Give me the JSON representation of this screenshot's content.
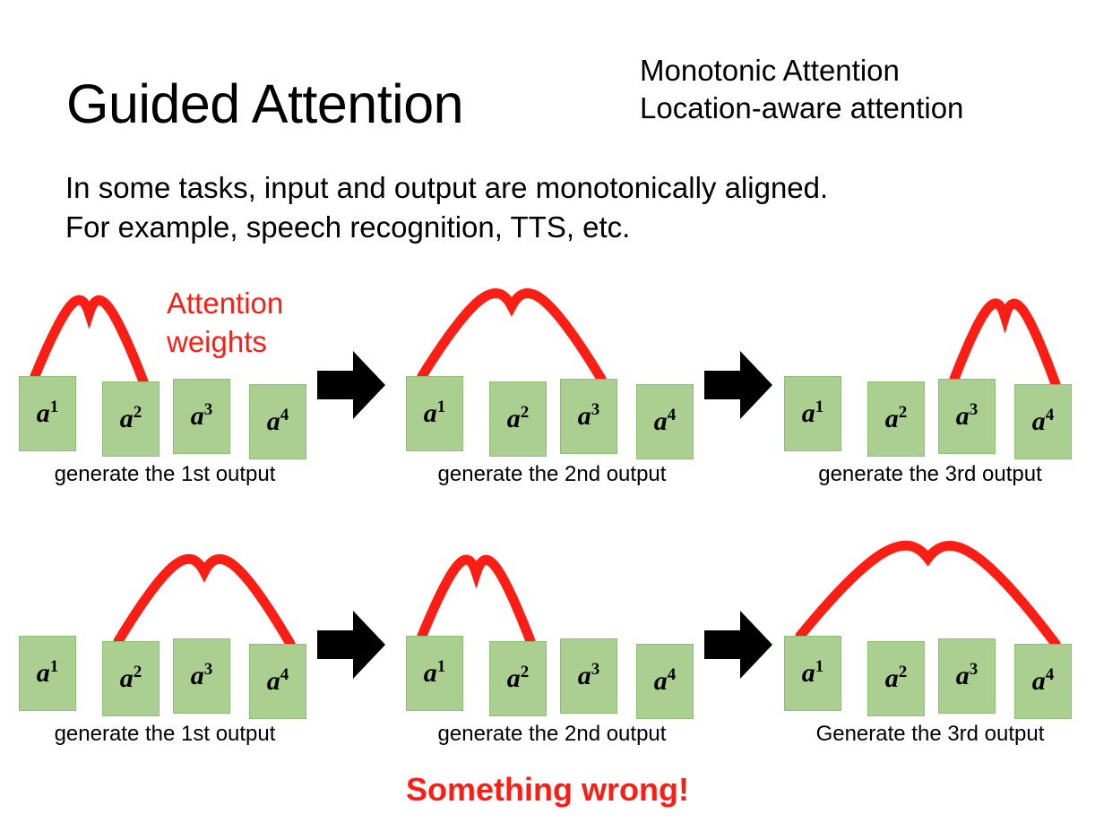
{
  "slide": {
    "title": "Guided Attention",
    "header_notes": [
      "Monotonic Attention",
      "Location-aware attention"
    ],
    "body_lines": [
      "In some tasks, input and output are monotonically aligned.",
      "For example, speech recognition, TTS, etc."
    ],
    "attention_weights_label": [
      "Attention",
      "weights"
    ],
    "footer_warning": "Something wrong!",
    "colors": {
      "box_fill": "#aacf91",
      "box_border": "#8fbf74",
      "arc": "#fa1e14",
      "warning": "#fa1e14",
      "arrow": "#000000",
      "background": "#ffffff"
    }
  },
  "diagram": {
    "box_labels": [
      "a",
      "a",
      "a",
      "a"
    ],
    "box_superscripts": [
      "1",
      "2",
      "3",
      "4"
    ],
    "rows": [
      {
        "name": "correct-monotonic-row",
        "groups": [
          {
            "caption": "generate the 1st output",
            "arc_from": 1,
            "arc_to": 2
          },
          {
            "caption": "generate the 2nd output",
            "arc_from": 1,
            "arc_to": 3
          },
          {
            "caption": "generate the 3rd output",
            "arc_from": 3,
            "arc_to": 4
          }
        ]
      },
      {
        "name": "non-monotonic-row",
        "groups": [
          {
            "caption": "generate the 1st output",
            "arc_from": 2,
            "arc_to": 4
          },
          {
            "caption": "generate the 2nd output",
            "arc_from": 1,
            "arc_to": 2
          },
          {
            "caption": "Generate the 3rd output",
            "arc_from": 1,
            "arc_to": 4
          }
        ]
      }
    ],
    "arrow_icon": "right-arrow-icon"
  }
}
